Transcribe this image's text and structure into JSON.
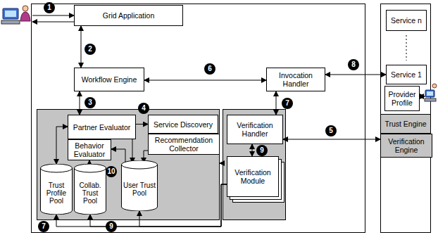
{
  "diagram": {
    "nodes": [
      {
        "text": [
          "Grid Application"
        ]
      },
      {
        "text": [
          "Workflow Engine"
        ]
      },
      {
        "text": [
          "Invocation Handler"
        ]
      },
      {
        "text": [
          "Partner Evaluator"
        ]
      },
      {
        "text": [
          "Behavior Evaluator"
        ]
      },
      {
        "text": [
          "Service Discovery"
        ]
      },
      {
        "text": [
          "Recommendation Collector"
        ]
      },
      {
        "text": [
          "Trust Profile Pool"
        ]
      },
      {
        "text": [
          "Collab. Trust Pool"
        ]
      },
      {
        "text": [
          "User Trust Pool"
        ]
      },
      {
        "text": [
          "Verification Handler"
        ]
      },
      {
        "text": [
          "Verification Module"
        ]
      },
      {
        "text": [
          "Service n"
        ]
      },
      {
        "text": [
          "Service 1"
        ]
      },
      {
        "text": [
          "Provider Profile"
        ]
      },
      {
        "text": [
          "Trust Engine"
        ]
      },
      {
        "text": [
          "Verification Engine"
        ]
      }
    ],
    "edges": [
      {
        "from": 0,
        "to": 1,
        "arrow": "both"
      },
      {
        "from": 1,
        "to": 3,
        "arrow": "both"
      },
      {
        "from": 1,
        "to": 2,
        "arrow": "both"
      },
      {
        "from": 2,
        "to": 13,
        "arrow": "both"
      },
      {
        "from": 2,
        "to": 10,
        "arrow": "both"
      },
      {
        "from": 10,
        "to": 11,
        "arrow": "both"
      },
      {
        "from": 3,
        "to": 5,
        "arrow": "to"
      },
      {
        "from": 10,
        "to": 16,
        "arrow": "both"
      },
      {
        "from": 3,
        "to": 7,
        "arrow": "both"
      },
      {
        "from": 8,
        "to": 4,
        "arrow": "to"
      },
      {
        "from": 9,
        "to": 4,
        "arrow": "to"
      },
      {
        "from": 3,
        "to": 9,
        "arrow": "to"
      },
      {
        "from": 6,
        "to": 9,
        "arrow": "to"
      },
      {
        "from": 11,
        "to": 7,
        "arrow": "to"
      },
      {
        "from": 11,
        "to": 8,
        "arrow": "to"
      },
      {
        "from": 11,
        "to": 9,
        "arrow": "to"
      }
    ],
    "labels": [
      "1",
      "2",
      "3",
      "4",
      "5",
      "6",
      "7",
      "8",
      "9",
      "10",
      "7",
      "9"
    ]
  }
}
